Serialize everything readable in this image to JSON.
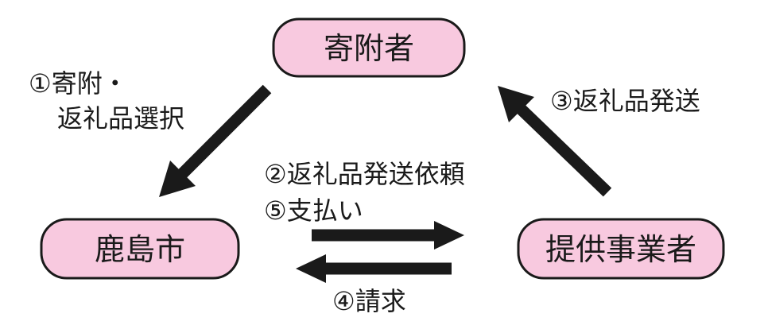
{
  "colors": {
    "node_fill": "#f8c9df",
    "ink": "#1a1a1a"
  },
  "nodes": {
    "donor": {
      "label": "寄附者"
    },
    "city": {
      "label": "鹿島市"
    },
    "provider": {
      "label": "提供事業者"
    }
  },
  "steps": {
    "step1_line1": "①寄附・",
    "step1_line2": "返礼品選択",
    "step2": "②返礼品発送依頼",
    "step3": "③返礼品発送",
    "step4": "④請求",
    "step5": "⑤支払い"
  }
}
